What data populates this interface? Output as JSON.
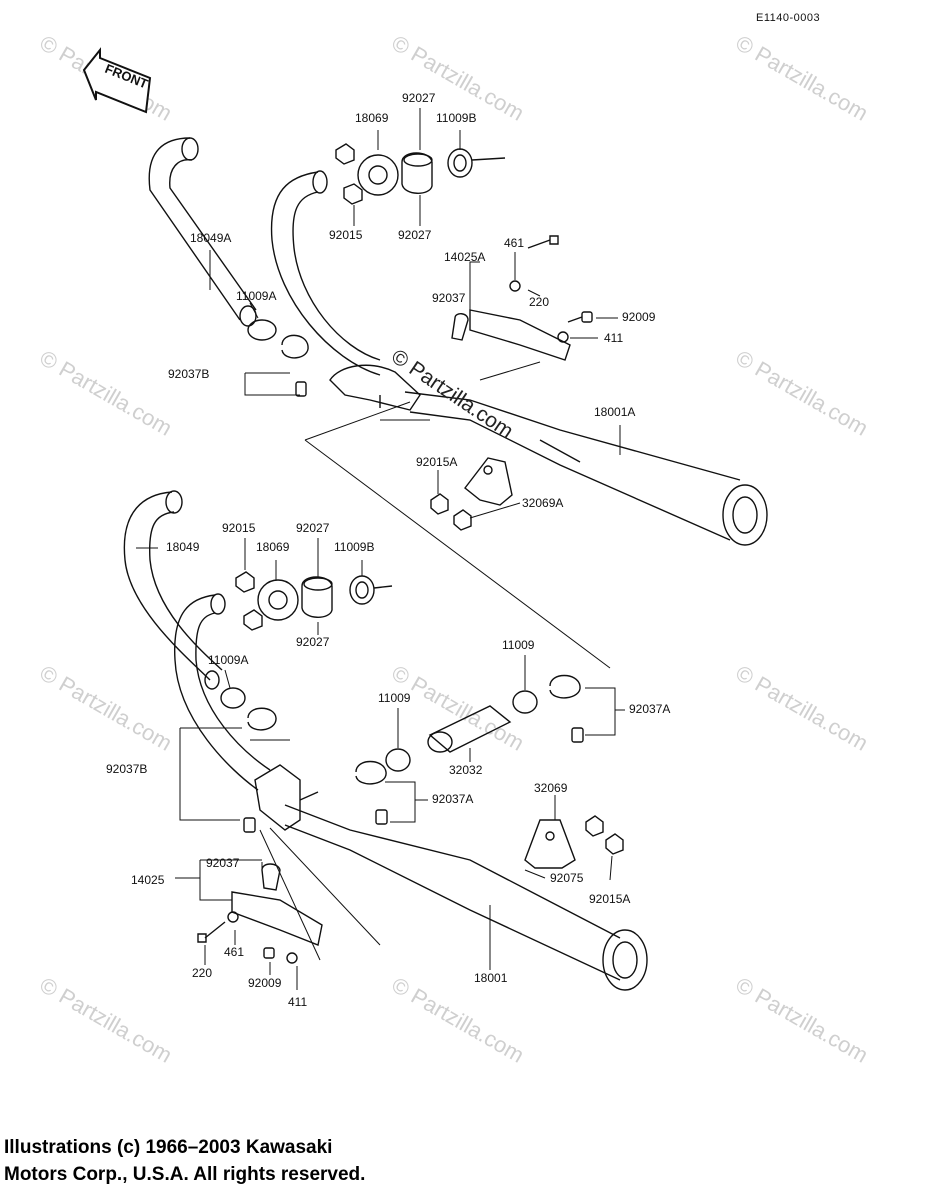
{
  "diagram_code": "E1140-0003",
  "front_label": "FRONT",
  "center_watermark": "© Partzilla.com",
  "watermark_text": "© Partzilla.com",
  "copyright": {
    "line1": "Illustrations (c) 1966–2003 Kawasaki",
    "line2": "Motors Corp., U.S.A.  All rights reserved."
  },
  "labels_upper": {
    "p92027_top": "92027",
    "p18069": "18069",
    "p11009B": "11009B",
    "p92015": "92015",
    "p92027_bot": "92027",
    "p18049A": "18049A",
    "p461": "461",
    "p14025A": "14025A",
    "p92037": "92037",
    "p220": "220",
    "p92009": "92009",
    "p411": "411",
    "p11009A": "11009A",
    "p92037B": "92037B",
    "p18001A": "18001A",
    "p92015A": "92015A",
    "p32069A": "32069A"
  },
  "labels_lower": {
    "p92015": "92015",
    "p92027_top": "92027",
    "p18069": "18069",
    "p11009B": "11009B",
    "p18049": "18049",
    "p92027_bot": "92027",
    "p11009A": "11009A",
    "p11009_r": "11009",
    "p92037A_r": "92037A",
    "p11009_m": "11009",
    "p32032": "32032",
    "p92037B": "92037B",
    "p92037A_m": "92037A",
    "p32069": "32069",
    "p14025": "14025",
    "p92037": "92037",
    "p92075": "92075",
    "p92015A": "92015A",
    "p461": "461",
    "p220": "220",
    "p92009": "92009",
    "p411": "411",
    "p18001": "18001"
  }
}
